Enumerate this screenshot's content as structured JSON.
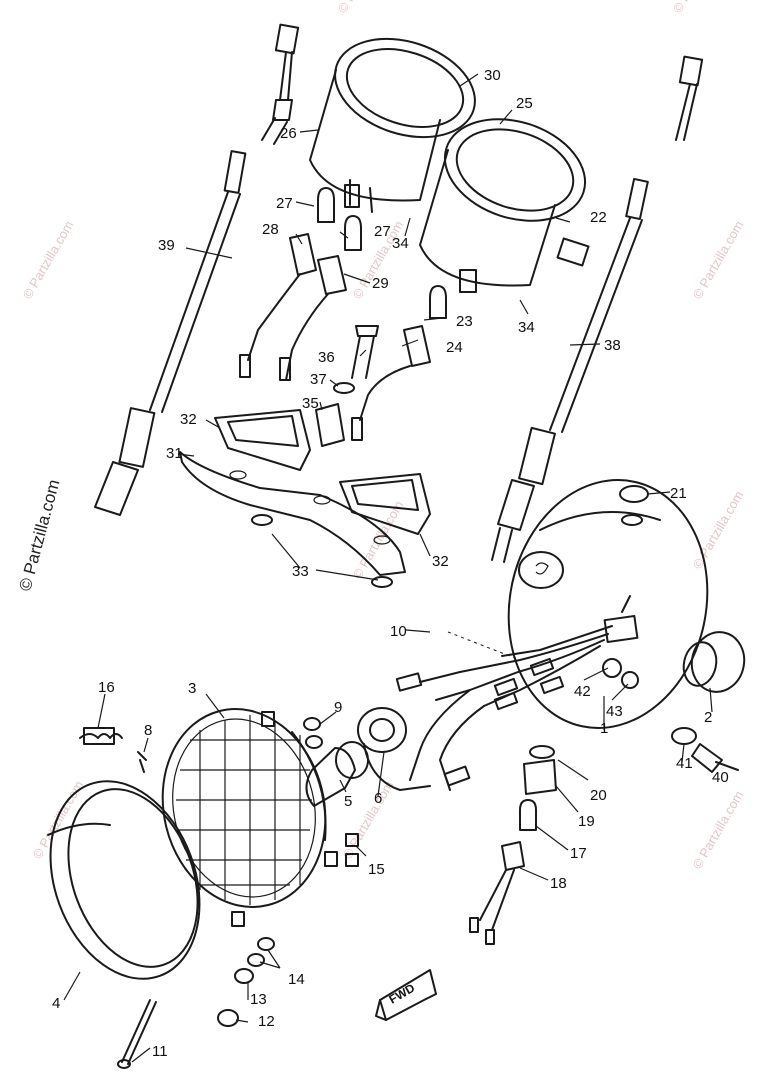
{
  "watermark": {
    "text": "© Partzilla.com",
    "side_text": "© Partzilla.com"
  },
  "direction_arrow": "FWD",
  "callouts": [
    "1",
    "2",
    "3",
    "4",
    "5",
    "6",
    "8",
    "9",
    "10",
    "11",
    "12",
    "13",
    "14",
    "15",
    "16",
    "17",
    "18",
    "19",
    "20",
    "21",
    "22",
    "23",
    "24",
    "25",
    "26",
    "27",
    "27",
    "28",
    "29",
    "30",
    "31",
    "32",
    "32",
    "33",
    "34",
    "34",
    "35",
    "36",
    "37",
    "38",
    "39",
    "40",
    "41",
    "42",
    "43"
  ]
}
